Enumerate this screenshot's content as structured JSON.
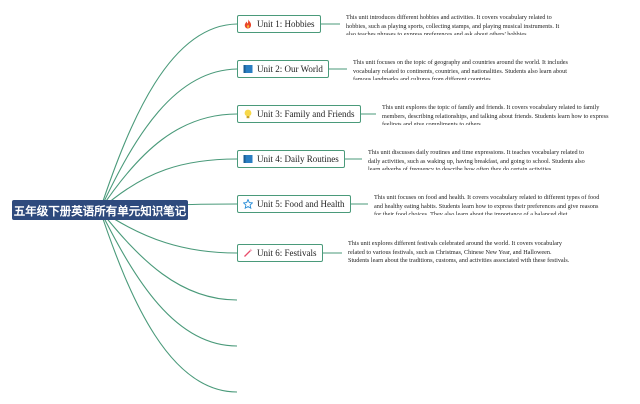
{
  "root": {
    "label": "五年级下册英语所有单元知识笔记"
  },
  "units": [
    {
      "id": "hobbies",
      "label": "Unit 1: Hobbies",
      "icon": "fire-icon",
      "note": "This unit introduces different hobbies and activities. It covers vocabulary related to hobbies, such as playing sports, collecting stamps, and playing musical instruments. It also teaches phrases to express preferences and ask about others' hobbies."
    },
    {
      "id": "our-world",
      "label": "Unit 2: Our World",
      "icon": "blue-flag-icon",
      "note": "This unit focuses on the topic of geography and countries around the world. It includes vocabulary related to continents, countries, and nationalities. Students also learn about famous landmarks and cultures from different countries."
    },
    {
      "id": "family-friends",
      "label": "Unit 3: Family and Friends",
      "icon": "lightbulb-icon",
      "note": "This unit explores the topic of family and friends. It covers vocabulary related to family members, describing relationships, and talking about friends. Students learn how to express feelings and give compliments to others."
    },
    {
      "id": "daily-routines",
      "label": "Unit 4: Daily Routines",
      "icon": "blue-flag-icon",
      "note": "This unit discusses daily routines and time expressions. It teaches vocabulary related to daily activities, such as waking up, having breakfast, and going to school. Students also learn adverbs of frequency to describe how often they do certain activities."
    },
    {
      "id": "food-health",
      "label": "Unit 5: Food and Health",
      "icon": "star-icon",
      "note": "This unit focuses on food and health. It covers vocabulary related to different types of food and healthy eating habits. Students learn how to express their preferences and give reasons for their food choices. They also learn about the importance of a balanced diet."
    },
    {
      "id": "festivals",
      "label": "Unit 6: Festivals",
      "icon": "magic-wand-icon",
      "note": "This unit explores different festivals celebrated around the world. It covers vocabulary related to various festivals, such as Christmas, Chinese New Year, and Halloween. Students learn about the traditions, customs, and activities associated with these festivals."
    }
  ],
  "colors": {
    "edge": "#4a9a7a",
    "root_bg": "#2e4a7d",
    "note_link": "#4a9a7a"
  }
}
